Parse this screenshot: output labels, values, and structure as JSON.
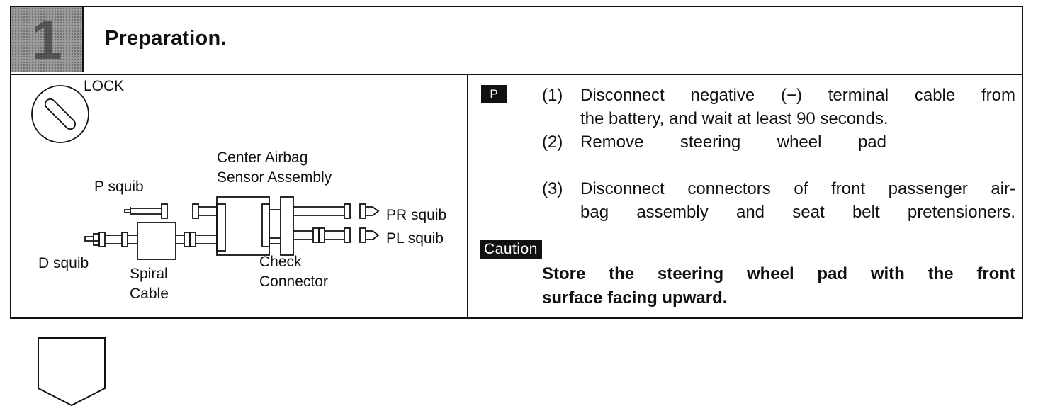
{
  "step": {
    "number": "1",
    "title": "Preparation."
  },
  "diagram": {
    "lock_label": "LOCK",
    "center_sensor_label_1": "Center Airbag",
    "center_sensor_label_2": "Sensor Assembly",
    "p_squib": "P squib",
    "d_squib": "D squib",
    "spiral_cable_1": "Spiral",
    "spiral_cable_2": "Cable",
    "check_connector_1": "Check",
    "check_connector_2": "Connector",
    "pr_squib": "PR squib",
    "pl_squib": "PL squib"
  },
  "instructions": {
    "badge": "P",
    "steps": [
      {
        "num": "(1)",
        "line1": "Disconnect negative (−) terminal cable from",
        "line2": "the battery, and wait at least 90 seconds."
      },
      {
        "num": "(2)",
        "line1": "Remove steering wheel pad"
      },
      {
        "num": "(3)",
        "line1": "Disconnect connectors of front passenger air-",
        "line2": "bag assembly and seat belt pretensioners."
      }
    ],
    "caution_label": "Caution",
    "caution_line1": "Store the steering wheel pad with the front",
    "caution_line2": "surface facing upward."
  }
}
